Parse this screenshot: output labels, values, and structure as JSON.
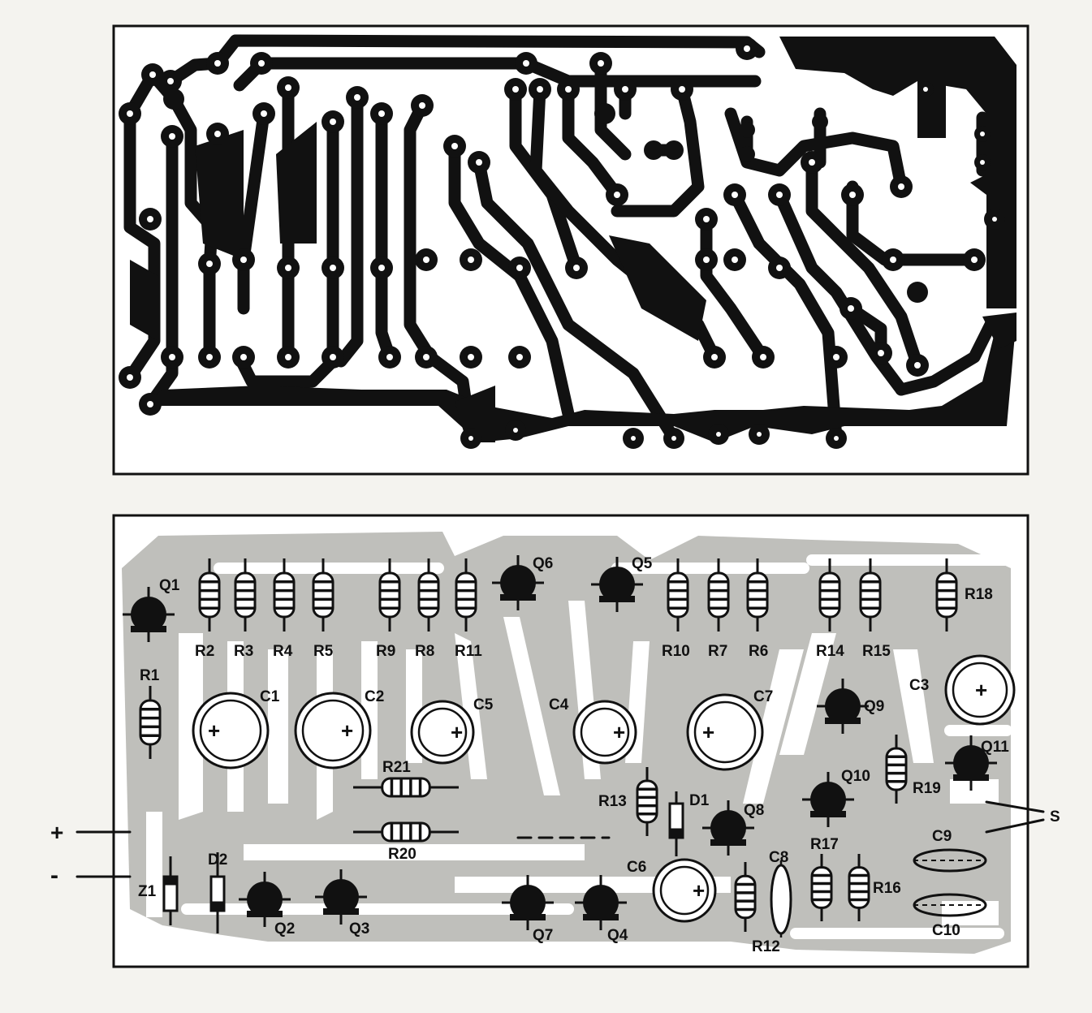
{
  "colors": {
    "paper": "#f4f3ef",
    "ink": "#111111",
    "trace_gray": "#bfbfbb",
    "frame": "#111111"
  },
  "component_labels": {
    "Q1": "Q1",
    "Q2": "Q2",
    "Q3": "Q3",
    "Q4": "Q4",
    "Q5": "Q5",
    "Q6": "Q6",
    "Q7": "Q7",
    "Q8": "Q8",
    "Q9": "Q9",
    "Q10": "Q10",
    "Q11": "Q11",
    "R1": "R1",
    "R2": "R2",
    "R3": "R3",
    "R4": "R4",
    "R5": "R5",
    "R6": "R6",
    "R7": "R7",
    "R8": "R8",
    "R9": "R9",
    "R10": "R10",
    "R11": "R11",
    "R12": "R12",
    "R13": "R13",
    "R14": "R14",
    "R15": "R15",
    "R16": "R16",
    "R17": "R17",
    "R18": "R18",
    "R19": "R19",
    "R20": "R20",
    "R21": "R21",
    "C1": "C1",
    "C2": "C2",
    "C3": "C3",
    "C4": "C4",
    "C5": "C5",
    "C6": "C6",
    "C7": "C7",
    "C8": "C8",
    "C9": "C9",
    "C10": "C10",
    "D1": "D1",
    "D2": "D2",
    "Z1": "Z1",
    "S": "S",
    "plus": "+",
    "minus": "-"
  },
  "cap_polarity": "+"
}
